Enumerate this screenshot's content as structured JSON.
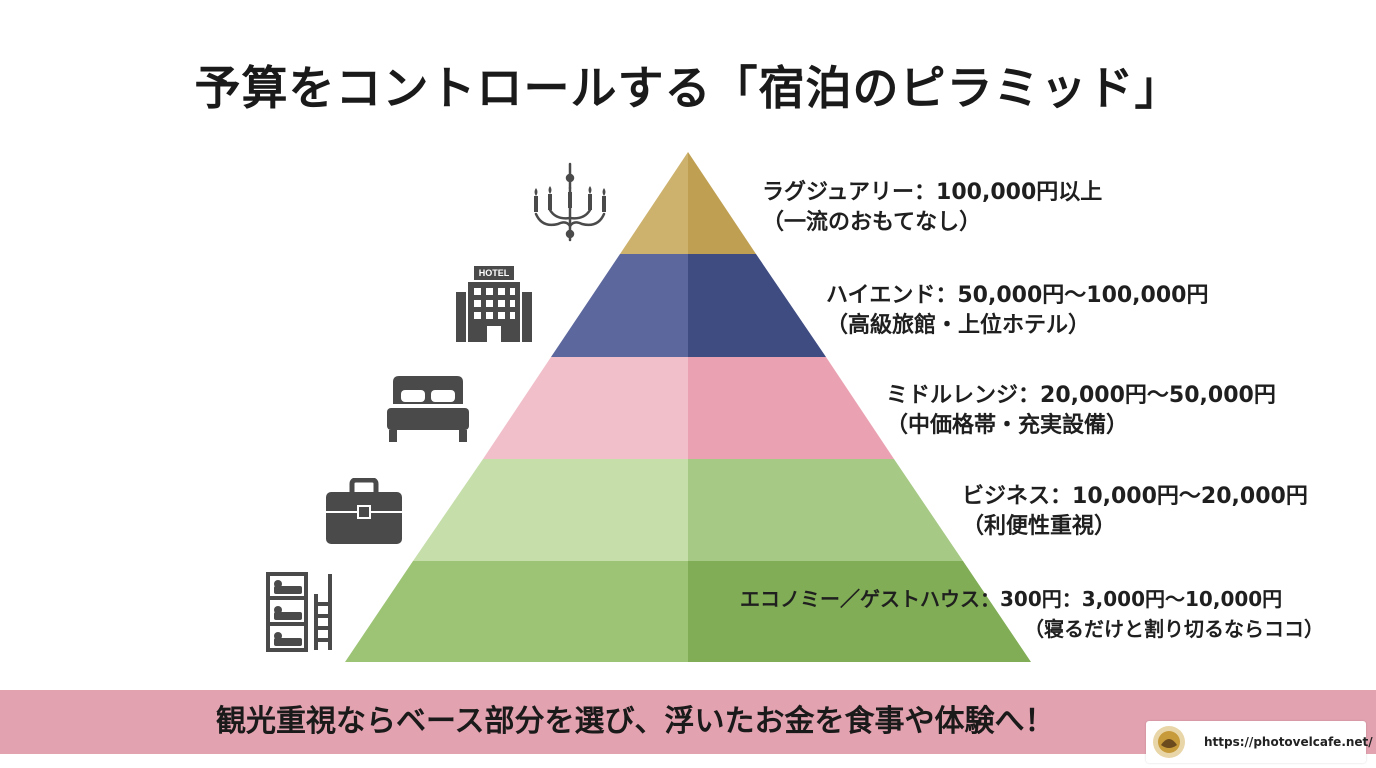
{
  "title": "予算をコントロールする「宿泊のピラミッド」",
  "tiers": [
    {
      "name": "ラグジュアリー",
      "price": "100,000円以上",
      "note": "（一流のおもてなし）",
      "color": "#c8aa62",
      "icon": "chandelier-icon"
    },
    {
      "name": "ハイエンド",
      "price": "50,000円〜100,000円",
      "note": "（高級旅館・上位ホテル）",
      "color": "#4f5b95",
      "icon": "hotel-building-icon",
      "icon_text": "HOTEL"
    },
    {
      "name": "ミドルレンジ",
      "price": "20,000円〜50,000円",
      "note": "（中価格帯・充実設備）",
      "color": "#eeaebd",
      "icon": "bed-icon"
    },
    {
      "name": "ビジネス",
      "price": "10,000円〜20,000円",
      "note": "（利便性重視）",
      "color": "#b9d99d",
      "icon": "briefcase-icon"
    },
    {
      "name": "エコノミー／ゲストハウス",
      "price": "300円：3,000円〜10,000円",
      "note": "（寝るだけと割り切るならココ）",
      "color": "#8eb864",
      "icon": "bunk-bed-icon"
    }
  ],
  "banner": "観光重視ならベース部分を選び、浮いたお金を食事や体験へ！",
  "site_badge": {
    "url": "https://photovelcafe.net/",
    "logo": "photovelcafe-logo-icon"
  }
}
